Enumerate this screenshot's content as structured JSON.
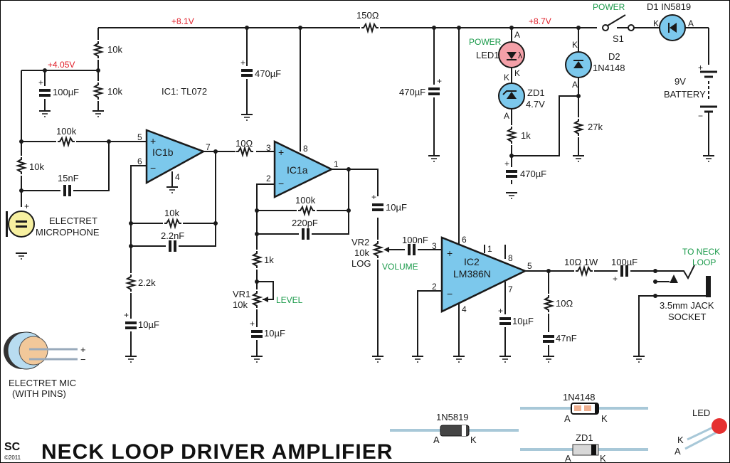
{
  "title": "NECK LOOP DRIVER AMPLIFIER",
  "publisher": {
    "logo": "SC",
    "copyright": "©2011"
  },
  "rails": {
    "v81": "+8.1V",
    "v405": "+4.05V",
    "v87": "+8.7V"
  },
  "ic1_note": "IC1: TL072",
  "opamps": {
    "ic1b": {
      "label": "IC1b",
      "pins": {
        "plus": "5",
        "minus": "6",
        "out": "7",
        "gnd": "4"
      }
    },
    "ic1a": {
      "label": "IC1a",
      "pins": {
        "plus": "3",
        "minus": "2",
        "out": "1",
        "vcc": "8"
      }
    },
    "ic2": {
      "label": "IC2",
      "part": "LM386N",
      "pins": {
        "plus": "3",
        "minus": "2",
        "out": "5",
        "vcc": "6",
        "p1": "1",
        "p8": "8",
        "p7": "7",
        "gnd": "4"
      }
    }
  },
  "components": {
    "r_div_top": "10k",
    "r_div_bot": "10k",
    "c_div": "100µF",
    "c_rail1": "470µF",
    "r_rail": "150Ω",
    "c_rail2": "470µF",
    "r_bias": "100k",
    "r_mic": "10k",
    "c_in": "15nF",
    "r_fb1": "10k",
    "c_fb1": "2.2nF",
    "r_gnd1": "2.2k",
    "c_gnd1": "10µF",
    "r_series": "10Ω",
    "r_fb2": "100k",
    "c_fb2": "220pF",
    "r_gnd2": "1k",
    "vr1_name": "VR1",
    "vr1_value": "10k",
    "vr1_fn": "LEVEL",
    "c_gnd2": "10µF",
    "c_couple": "10µF",
    "vr2_name": "VR2",
    "vr2_value": "10k",
    "vr2_taper": "LOG",
    "vr2_fn": "VOLUME",
    "c_in2": "100nF",
    "c_bypass": "10µF",
    "r_zobel": "10Ω",
    "c_zobel": "47nF",
    "r_out": "10Ω 1W",
    "c_out": "100µF",
    "led_fn": "POWER",
    "led_name": "LED1",
    "zd_name": "ZD1",
    "zd_value": "4.7V",
    "r_led": "1k",
    "c_led": "470µF",
    "d2_name": "D2",
    "d2_part": "1N4148",
    "r_d2": "27k",
    "sw_fn": "POWER",
    "sw_name": "S1",
    "d1_label": "D1 IN5819",
    "battery_v": "9V",
    "battery": "BATTERY",
    "mic_l1": "ELECTRET",
    "mic_l2": "MICROPHONE",
    "jack_to1": "TO NECK",
    "jack_to2": "LOOP",
    "jack_l1": "3.5mm JACK",
    "jack_l2": "SOCKET"
  },
  "pin_letters": {
    "a": "A",
    "k": "K"
  },
  "legend": {
    "mic_l1": "ELECTRET MIC",
    "mic_l2": "(WITH PINS)",
    "plus": "+",
    "minus": "−",
    "d_1n5819": "1N5819",
    "d_1n4148": "1N4148",
    "d_zd1": "ZD1",
    "led": "LED"
  }
}
